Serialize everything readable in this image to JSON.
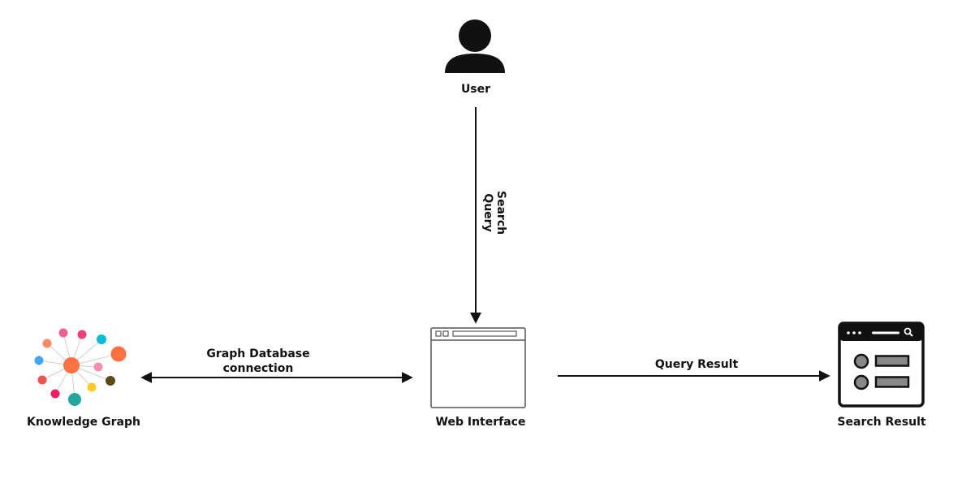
{
  "nodes": {
    "user": {
      "label": "User"
    },
    "knowledge_graph": {
      "label": "Knowledge Graph"
    },
    "web_interface": {
      "label": "Web Interface"
    },
    "search_result": {
      "label": "Search Result"
    }
  },
  "edges": {
    "search_query": {
      "line1": "Search",
      "line2": "Query"
    },
    "graph_db": {
      "line1": "Graph Database",
      "line2": "connection"
    },
    "query_result": {
      "label": "Query Result"
    }
  },
  "colors": {
    "stroke": "#111111",
    "window_stroke": "#555555",
    "graph_nodes": [
      "#ff8a65",
      "#f06292",
      "#ec407a",
      "#00bcd4",
      "#ff7043",
      "#f48fb1",
      "#42a5f5",
      "#ffca28",
      "#5d4a1a",
      "#26a69a",
      "#e91e63",
      "#ef5350"
    ]
  },
  "icons": {
    "user": "user-silhouette-icon",
    "knowledge_graph": "knowledge-graph-network-icon",
    "web_interface": "browser-window-icon",
    "search_result": "search-results-window-icon"
  }
}
